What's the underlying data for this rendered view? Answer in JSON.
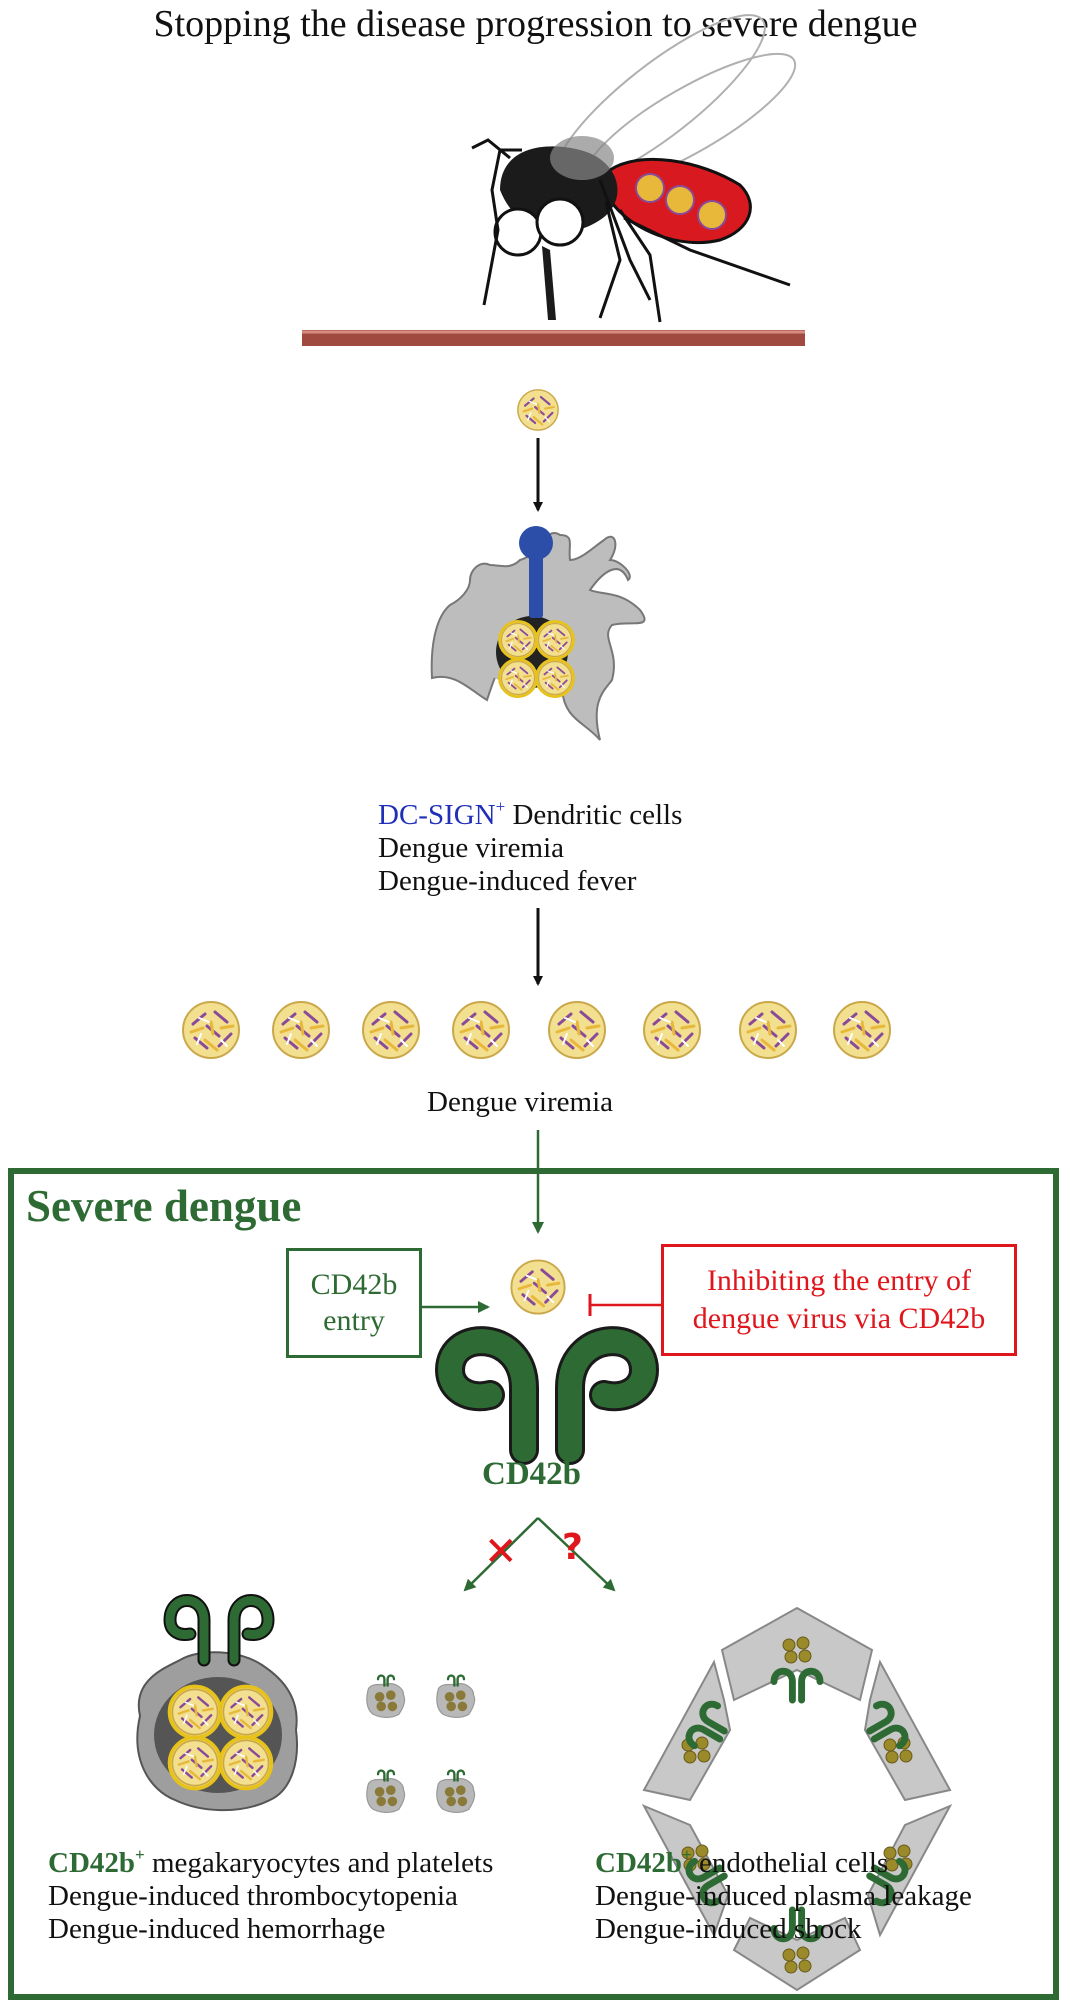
{
  "title": "Stopping the disease progression to severe dengue",
  "dendritic": {
    "marker": "DC-SIGN",
    "sup": "+",
    "cell": " Dendritic cells",
    "line2": "Dengue viremia",
    "line3": "Dengue-induced fever"
  },
  "viremia_label": "Dengue viremia",
  "severe": {
    "title": "Severe dengue",
    "entry_line1": "CD42b",
    "entry_line2": "entry",
    "inhibit_line1": "Inhibiting the entry of",
    "inhibit_line2": "dengue virus via CD42b",
    "receptor_label": "CD42b",
    "blocked_symbol": "✕",
    "unknown_symbol": "?"
  },
  "megakaryocytes": {
    "marker": "CD42b",
    "sup": "+",
    "cell": " megakaryocytes and platelets",
    "line2": "Dengue-induced thrombocytopenia",
    "line3": "Dengue-induced hemorrhage"
  },
  "endothelial": {
    "marker": "CD42b",
    "sup": "+",
    "cell": " endothelial cells",
    "line2": "Dengue-induced plasma leakage",
    "line3": "Dengue-induced shock"
  },
  "colors": {
    "green": "#2e6b34",
    "red": "#e0161d",
    "blue": "#1f2fb8",
    "skin": "#a04a3f",
    "virus_fill": "#f2df8f",
    "cell_gray": "#bdbdbd"
  },
  "icons": [
    "mosquito-icon",
    "skin-line-icon",
    "virus-icon",
    "dendritic-cell-icon",
    "cd42b-receptor-icon",
    "megakaryocyte-icon",
    "platelet-icon",
    "endothelial-ring-icon"
  ]
}
